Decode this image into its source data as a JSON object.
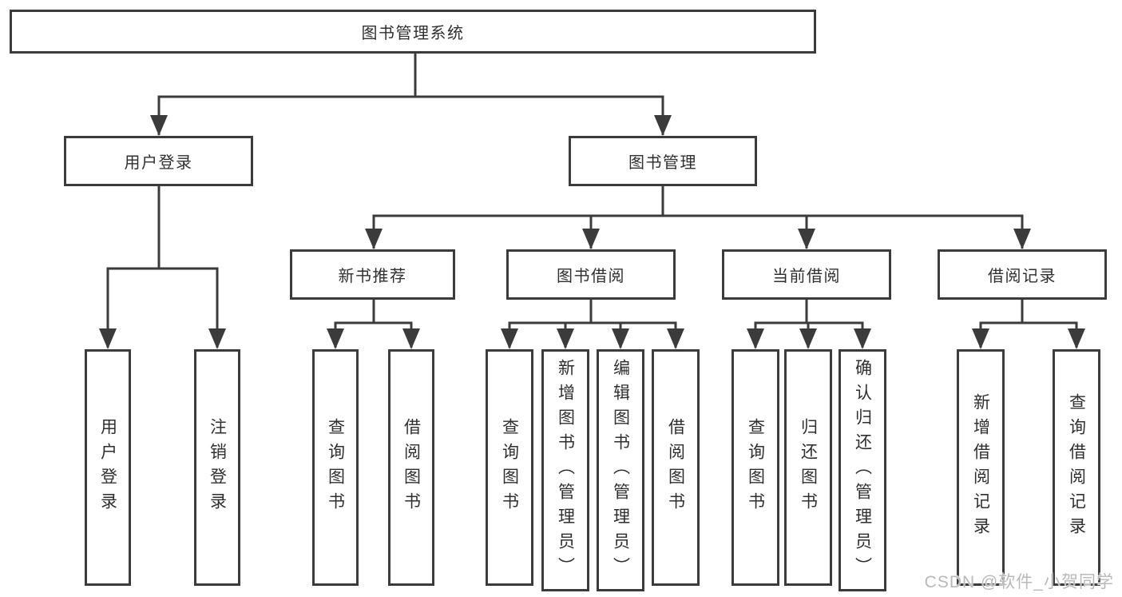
{
  "tree": {
    "root": {
      "label": "图书管理系统"
    },
    "user_login": {
      "label": "用户登录",
      "children": [
        {
          "label": "用户登录"
        },
        {
          "label": "注销登录"
        }
      ]
    },
    "book_management": {
      "label": "图书管理",
      "sections": [
        {
          "label": "新书推荐",
          "children": [
            {
              "label": "查询图书"
            },
            {
              "label": "借阅图书"
            }
          ]
        },
        {
          "label": "图书借阅",
          "children": [
            {
              "label": "查询图书"
            },
            {
              "label": "新增图书（管理员）"
            },
            {
              "label": "编辑图书（管理员）"
            },
            {
              "label": "借阅图书"
            }
          ]
        },
        {
          "label": "当前借阅",
          "children": [
            {
              "label": "查询图书"
            },
            {
              "label": "归还图书"
            },
            {
              "label": "确认归还（管理员）"
            }
          ]
        },
        {
          "label": "借阅记录",
          "children": [
            {
              "label": "新增借阅记录"
            },
            {
              "label": "查询借阅记录"
            }
          ]
        }
      ]
    }
  },
  "watermark": {
    "text": "CSDN @软件_小贺同学"
  },
  "colors": {
    "line": "#3b3b3b",
    "text": "#2f2f2f",
    "watermark": "#b9b9b9",
    "background": "#ffffff"
  }
}
